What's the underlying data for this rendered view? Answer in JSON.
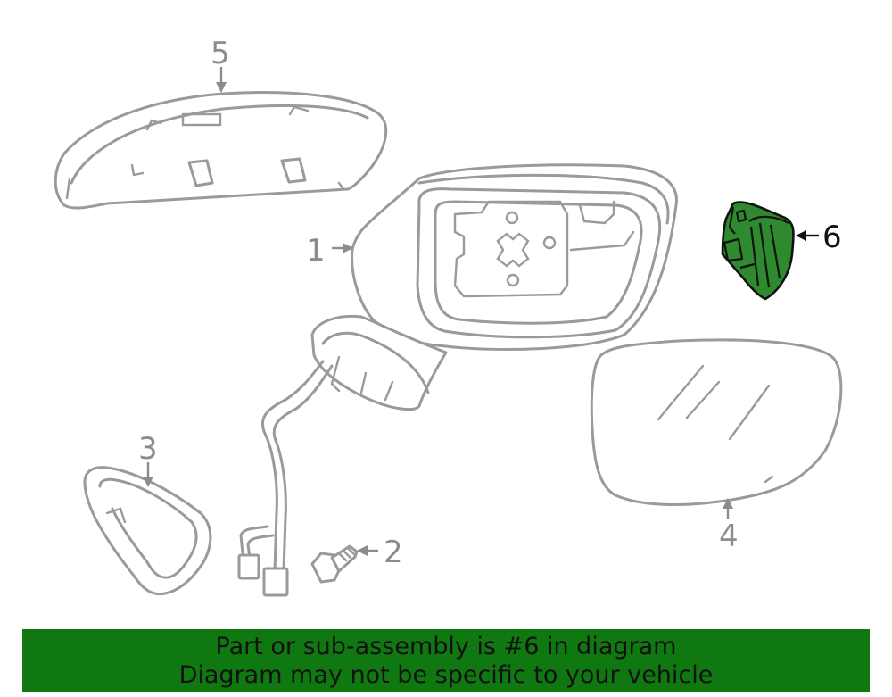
{
  "callouts": {
    "c1": "1",
    "c2": "2",
    "c3": "3",
    "c4": "4",
    "c5": "5",
    "c6": "6"
  },
  "highlighted_part": "6",
  "colors": {
    "highlight_fill": "#2f8a2f",
    "banner_bg": "#107810",
    "line_gray": "#9a9a9a"
  },
  "banner": {
    "line1": "Part or sub-assembly is #6 in diagram",
    "line2": "Diagram may not be specific to your vehicle"
  }
}
